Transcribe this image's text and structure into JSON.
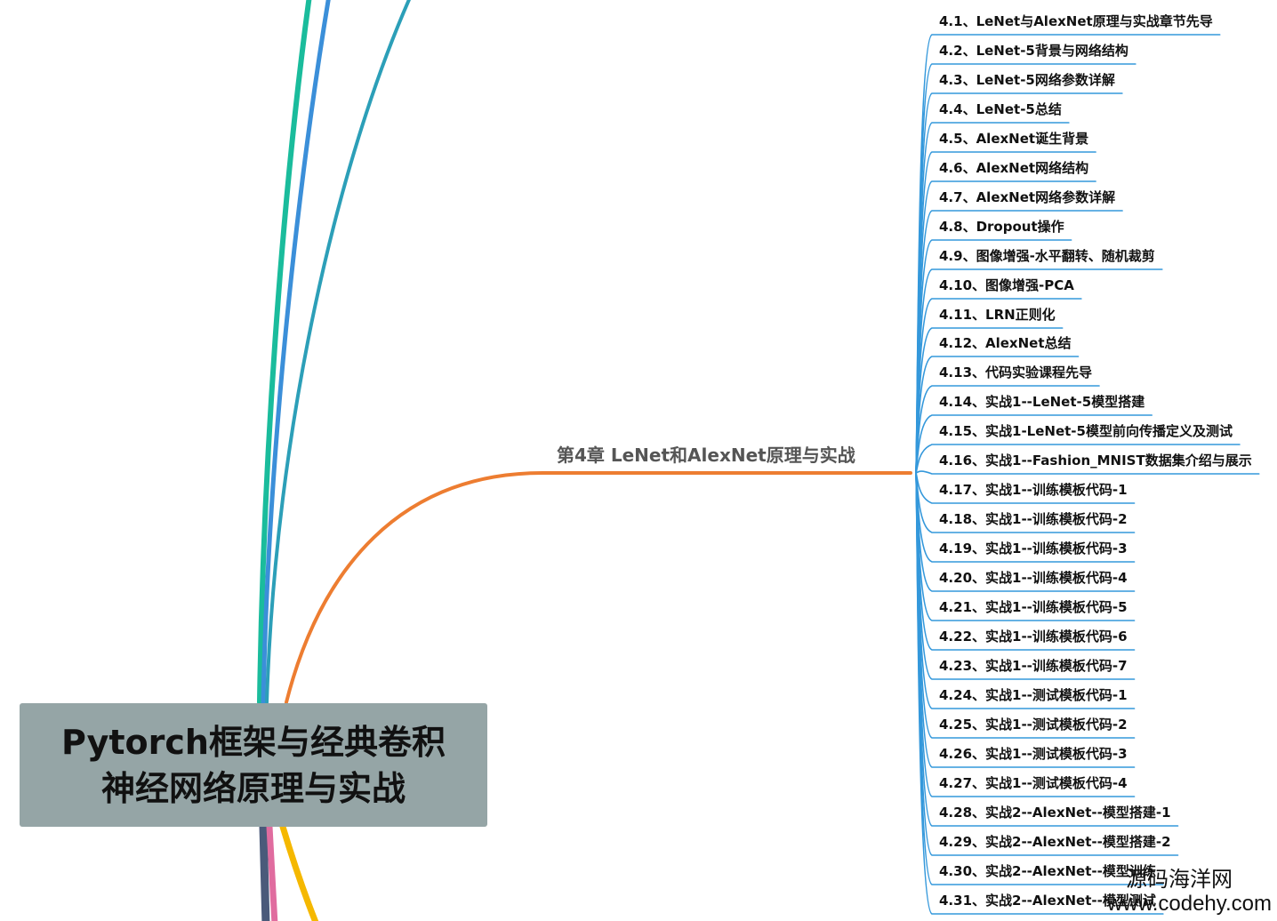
{
  "root": {
    "title_line1": "Pytorch框架与经典卷积",
    "title_line2": "神经网络原理与实战"
  },
  "chapter": {
    "label": "第4章 LeNet和AlexNet原理与实战",
    "color": "#ed7d31"
  },
  "leaf_line_color": "#3498db",
  "branch_colors": [
    "#1abc9c",
    "#3b8fd9",
    "#2c9fb8",
    "#ed7d31",
    "#4a5a7a",
    "#e06c9f",
    "#f5b800"
  ],
  "sections": [
    "4.1、LeNet与AlexNet原理与实战章节先导",
    "4.2、LeNet-5背景与网络结构",
    "4.3、LeNet-5网络参数详解",
    "4.4、LeNet-5总结",
    "4.5、AlexNet诞生背景",
    "4.6、AlexNet网络结构",
    "4.7、AlexNet网络参数详解",
    "4.8、Dropout操作",
    "4.9、图像增强-水平翻转、随机裁剪",
    "4.10、图像增强-PCA",
    "4.11、LRN正则化",
    "4.12、AlexNet总结",
    "4.13、代码实验课程先导",
    "4.14、实战1--LeNet-5模型搭建",
    "4.15、实战1-LeNet-5模型前向传播定义及测试",
    "4.16、实战1--Fashion_MNIST数据集介绍与展示",
    "4.17、实战1--训练模板代码-1",
    "4.18、实战1--训练模板代码-2",
    "4.19、实战1--训练模板代码-3",
    "4.20、实战1--训练模板代码-4",
    "4.21、实战1--训练模板代码-5",
    "4.22、实战1--训练模板代码-6",
    "4.23、实战1--训练模板代码-7",
    "4.24、实战1--测试模板代码-1",
    "4.25、实战1--测试模板代码-2",
    "4.26、实战1--测试模板代码-3",
    "4.27、实战1--测试模板代码-4",
    "4.28、实战2--AlexNet--模型搭建-1",
    "4.29、实战2--AlexNet--模型搭建-2",
    "4.30、实战2--AlexNet--模型训练",
    "4.31、实战2--AlexNet--模型测试"
  ],
  "watermark": {
    "cn": "源码海洋网",
    "en": "www.codehy.com"
  }
}
